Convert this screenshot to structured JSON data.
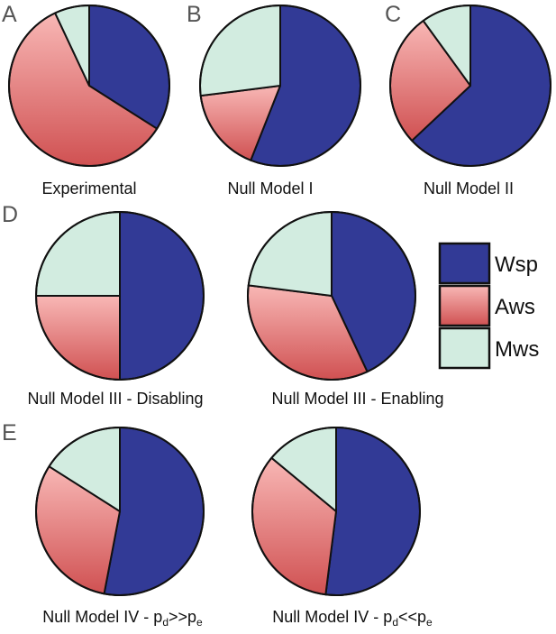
{
  "colors": {
    "Wsp": "#323a96",
    "Aws_top": "#f8b7b5",
    "Aws_bottom": "#d05152",
    "Mws": "#d2ece0"
  },
  "panel_letters": [
    "A",
    "B",
    "C",
    "D",
    "E"
  ],
  "legend": [
    {
      "label": "Wsp",
      "key": "Wsp"
    },
    {
      "label": "Aws",
      "key": "Aws"
    },
    {
      "label": "Mws",
      "key": "Mws"
    }
  ],
  "captions": {
    "experimental": "Experimental",
    "null1": "Null Model I",
    "null2": "Null Model II",
    "null3_disabling": "Null Model III - Disabling",
    "null3_enabling": "Null Model III - Enabling",
    "null4_a_pre": "Null Model IV - p",
    "null4_b_pre": "Null Model IV - p",
    "null4_sub_d": "d",
    "null4_sub_e": "e",
    "null4_a_op": ">>p",
    "null4_b_op": "<<p"
  },
  "chart_data": [
    {
      "type": "pie",
      "panel": "A",
      "title": "Experimental",
      "slices": [
        {
          "label": "Wsp",
          "value": 0.34
        },
        {
          "label": "Aws",
          "value": 0.59
        },
        {
          "label": "Mws",
          "value": 0.07
        }
      ]
    },
    {
      "type": "pie",
      "panel": "B",
      "title": "Null Model I",
      "slices": [
        {
          "label": "Wsp",
          "value": 0.56
        },
        {
          "label": "Aws",
          "value": 0.17
        },
        {
          "label": "Mws",
          "value": 0.27
        }
      ]
    },
    {
      "type": "pie",
      "panel": "C",
      "title": "Null Model II",
      "slices": [
        {
          "label": "Wsp",
          "value": 0.63
        },
        {
          "label": "Aws",
          "value": 0.27
        },
        {
          "label": "Mws",
          "value": 0.1
        }
      ]
    },
    {
      "type": "pie",
      "panel": "D",
      "title": "Null Model III - Disabling",
      "slices": [
        {
          "label": "Wsp",
          "value": 0.5
        },
        {
          "label": "Aws",
          "value": 0.25
        },
        {
          "label": "Mws",
          "value": 0.25
        }
      ]
    },
    {
      "type": "pie",
      "panel": "D",
      "title": "Null Model III - Enabling",
      "slices": [
        {
          "label": "Wsp",
          "value": 0.43
        },
        {
          "label": "Aws",
          "value": 0.34
        },
        {
          "label": "Mws",
          "value": 0.23
        }
      ]
    },
    {
      "type": "pie",
      "panel": "E",
      "title": "Null Model IV - pd>>pe",
      "slices": [
        {
          "label": "Wsp",
          "value": 0.53
        },
        {
          "label": "Aws",
          "value": 0.31
        },
        {
          "label": "Mws",
          "value": 0.16
        }
      ]
    },
    {
      "type": "pie",
      "panel": "E",
      "title": "Null Model IV - pd<<pe",
      "slices": [
        {
          "label": "Wsp",
          "value": 0.52
        },
        {
          "label": "Aws",
          "value": 0.34
        },
        {
          "label": "Mws",
          "value": 0.14
        }
      ]
    }
  ]
}
